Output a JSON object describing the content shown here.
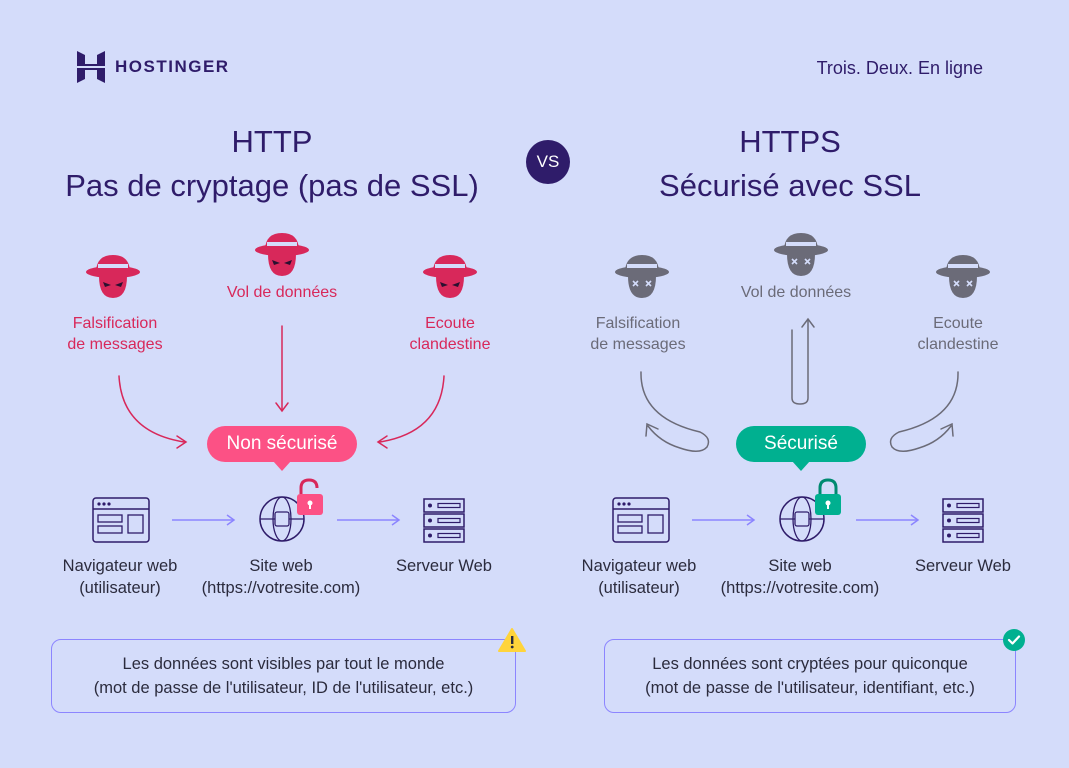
{
  "brand": {
    "name": "HOSTINGER",
    "tagline": "Trois. Deux. En ligne"
  },
  "vs": "VS",
  "left": {
    "title_line1": "HTTP",
    "title_line2": "Pas de cryptage (pas de SSL)",
    "threats": {
      "tampering": [
        "Falsification",
        "de messages"
      ],
      "theft": "Vol de données",
      "eavesdrop": [
        "Ecoute",
        "clandestine"
      ]
    },
    "badge": "Non sécurisé",
    "nodes": {
      "browser": [
        "Navigateur web",
        "(utilisateur)"
      ],
      "site": [
        "Site web",
        "(https://votresite.com)"
      ],
      "server": "Serveur Web"
    },
    "note": [
      "Les données sont visibles par tout le monde",
      "(mot de passe de l'utilisateur, ID de l'utilisateur, etc.)"
    ],
    "note_icon": "warning-icon"
  },
  "right": {
    "title_line1": "HTTPS",
    "title_line2": "Sécurisé avec SSL",
    "threats": {
      "tampering": [
        "Falsification",
        "de messages"
      ],
      "theft": "Vol de données",
      "eavesdrop": [
        "Ecoute",
        "clandestine"
      ]
    },
    "badge": "Sécurisé",
    "nodes": {
      "browser": [
        "Navigateur web",
        "(utilisateur)"
      ],
      "site": [
        "Site web",
        "(https://votresite.com)"
      ],
      "server": "Serveur Web"
    },
    "note": [
      "Les données sont cryptées pour quiconque",
      "(mot de passe de l'utilisateur, identifiant, etc.)"
    ],
    "note_icon": "check-circle-icon"
  },
  "colors": {
    "background": "#d4dcfa",
    "brand": "#2f1c6a",
    "danger": "#d8285a",
    "badge_danger": "#fc5185",
    "safe": "#00b090",
    "neutral": "#6b6b78",
    "note_border": "#8c85ff",
    "warning": "#ffd43b"
  }
}
